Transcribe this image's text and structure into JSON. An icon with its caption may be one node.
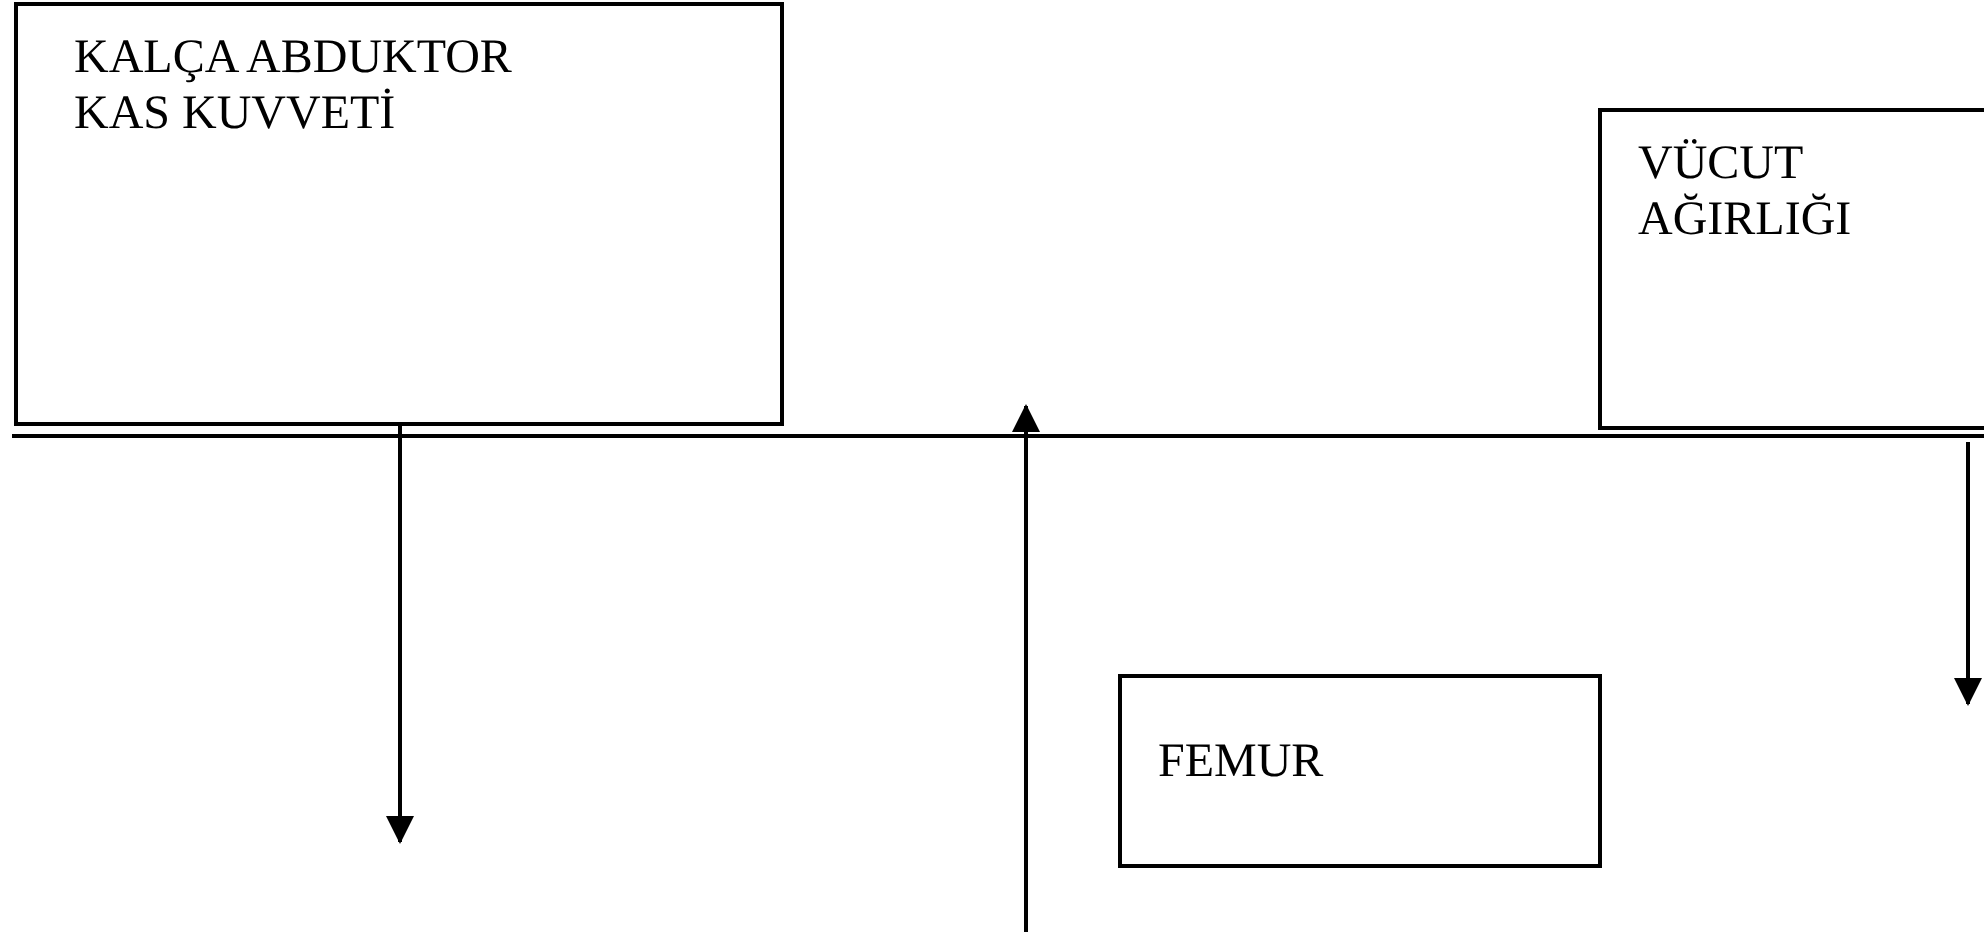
{
  "diagram": {
    "nodes": [
      {
        "text": [
          "KALÇA ABDUKTOR KAS KUVVETİ"
        ]
      },
      {
        "text": [
          "VÜCUT AĞIRLIĞI"
        ]
      },
      {
        "text": [],
        "shape": "bar"
      },
      {
        "text": [
          "FEMUR"
        ]
      }
    ]
  }
}
